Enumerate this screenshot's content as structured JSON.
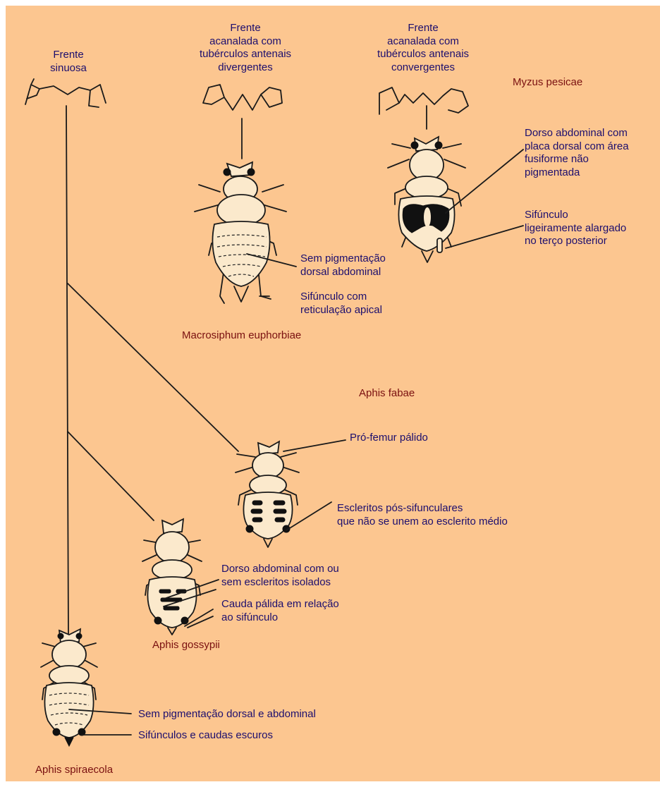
{
  "fronts": {
    "sinuosa": "Frente\nsinuosa",
    "divergentes": "Frente\nacanalada com\ntubérculos antenais\ndivergentes",
    "convergentes": "Frente\nacanalada com\ntubérculos antenais\nconvergentes"
  },
  "species": {
    "myzus": "Myzus pesicae",
    "macrosiphum": "Macrosiphum euphorbiae",
    "fabae": "Aphis fabae",
    "gossypii": "Aphis gossypii",
    "spiraecola": "Aphis spiraecola"
  },
  "annotations": {
    "myzus_dorso": "Dorso abdominal com\nplaca dorsal com área\nfusiforme não\npigmentada",
    "myzus_sifunculo": "Sifúnculo\nligeiramente alargado\nno terço posterior",
    "macro_pigment": "Sem pigmentação\ndorsal abdominal",
    "macro_sifunculo": "Sifúnculo com\nreticulação apical",
    "fabae_femur": "Pró-femur pálido",
    "fabae_escleritos": "Escleritos pós-sifunculares\nque não se unem ao esclerito médio",
    "gossypii_dorso": "Dorso abdominal com ou\nsem escleritos isolados",
    "gossypii_cauda": "Cauda pálida em relação\nao sifúnculo",
    "spiraecola_pigment": "Sem pigmentação dorsal e abdominal",
    "spiraecola_sifunculos": "Sifúnculos e caudas escuros"
  }
}
